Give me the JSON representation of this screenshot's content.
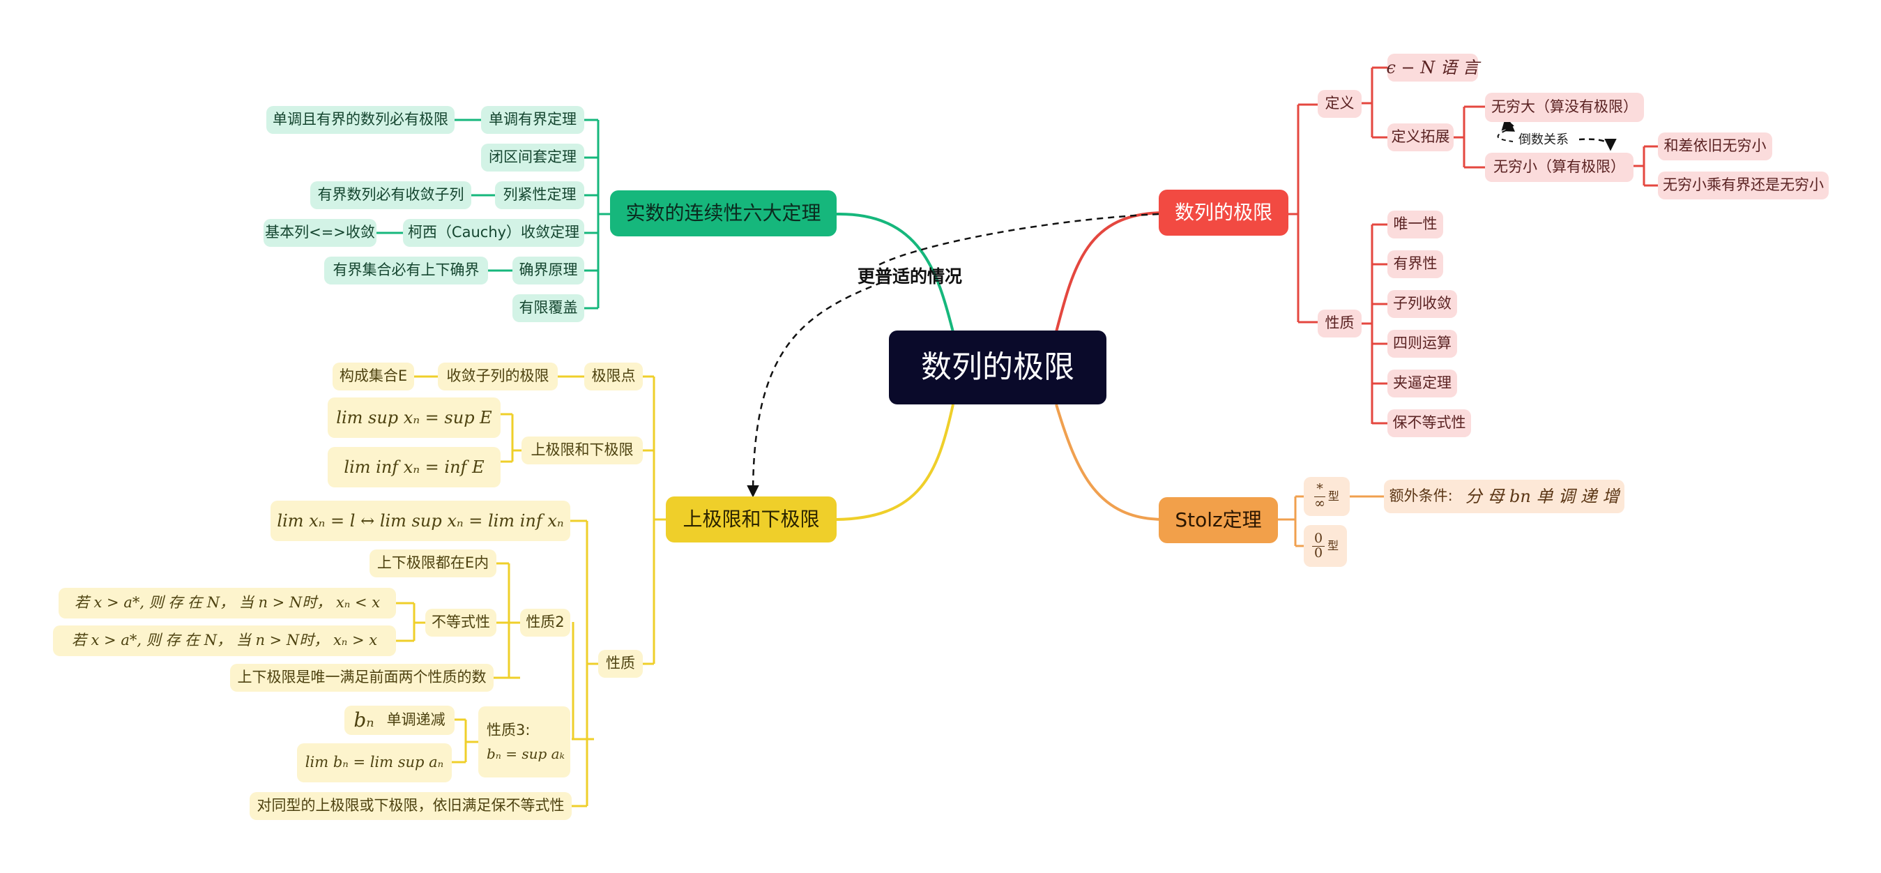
{
  "center": "数列的极限",
  "annotation_label": "更普适的情况",
  "reciprocal_label": "倒数关系",
  "limit_branch": {
    "title": "数列的极限",
    "definition": "定义",
    "eps_n": "ϵ − N 语 言",
    "extension": "定义拓展",
    "infinity_large": "无穷大（算没有极限）",
    "infinity_small": "无穷小（算有极限）",
    "sum_diff": "和差依旧无穷小",
    "small_times_bounded": "无穷小乘有界还是无穷小",
    "properties": "性质",
    "props": [
      "唯一性",
      "有界性",
      "子列收敛",
      "四则运算",
      "夹逼定理",
      "保不等式性"
    ]
  },
  "stolz_branch": {
    "title": "Stolz定理",
    "type1_num": "*",
    "type1_den": "∞",
    "type2_num": "0",
    "type2_den": "0",
    "type_suffix": "型",
    "extra_condition": "额外条件:",
    "extra_formula": "分 母 bn 单 调 递 增"
  },
  "real_branch": {
    "title": "实数的连续性六大定理",
    "monotone": "单调有界定理",
    "monotone_desc": "单调且有界的数列必有极限",
    "nested": "闭区间套定理",
    "compact": "列紧性定理",
    "compact_desc": "有界数列必有收敛子列",
    "cauchy": "柯西（Cauchy）收敛定理",
    "cauchy_desc": "基本列<=>收敛",
    "sup": "确界原理",
    "sup_desc": "有界集合必有上下确界",
    "cover": "有限覆盖"
  },
  "sup_branch": {
    "title": "上极限和下极限",
    "limit_point": "极限点",
    "subseq_limit": "收敛子列的极限",
    "set_e": "构成集合E",
    "upper_lower": "上极限和下极限",
    "limsup_eq": "lim sup xₙ = sup E",
    "liminf_eq": "lim inf xₙ = inf E",
    "iff_eq": "lim xₙ = l ↔ lim sup xₙ = lim inf xₙ",
    "property": "性质",
    "both_in_e": "上下极限都在E内",
    "inequality": "不等式性",
    "ineq1": "若 x > a*, 则 存 在 N， 当 n > N时， xₙ < x",
    "ineq2": "若 x > a*, 则 存 在 N， 当 n > N时， xₙ > x",
    "property2": "性质2",
    "unique_two": "上下极限是唯一满足前面两个性质的数",
    "bn": "bₙ",
    "bn_dec": "单调递减",
    "property3": "性质3:",
    "bn_sup": "bₙ = sup aₖ",
    "lim_bn": "lim bₙ = lim sup aₙ",
    "same_type": "对同型的上极限或下极限，依旧满足保不等式性"
  },
  "colors": {
    "red": "#f24a42",
    "green": "#16b77c",
    "yellow": "#efcf2a",
    "orange": "#f2a04a",
    "dark": "#0a0a2a"
  }
}
